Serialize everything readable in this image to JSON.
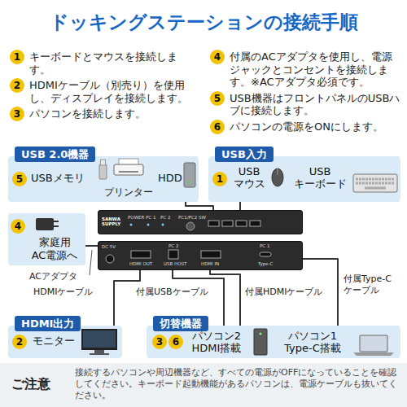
{
  "diagram": {
    "title": "ドッキングステーションの接続手順",
    "nodes": [
      {
        "text": [
          "USB 2.0機器"
        ]
      },
      {
        "text": [
          "USBメモリ"
        ],
        "in": 0
      },
      {
        "text": [
          "プリンター"
        ],
        "in": 0
      },
      {
        "text": [
          "HDD"
        ],
        "in": 0
      },
      {
        "text": [
          "USB入力"
        ]
      },
      {
        "text": [
          "USB マウス"
        ],
        "in": 4
      },
      {
        "text": [
          "USB キーボード"
        ],
        "in": 4
      },
      {
        "text": [
          "家庭用 AC電源へ"
        ]
      },
      {
        "text": [
          "SANWA SUPPLY",
          "POWER",
          "PC 1",
          "PC 2",
          "PC1/PC2 SW"
        ]
      },
      {
        "text": [
          "DC 5V",
          "HDMI OUT",
          "PC 2",
          "USB HOST",
          "HDMI IN",
          "PC 1",
          "Type-C"
        ]
      },
      {
        "text": [
          "HDMI出力"
        ]
      },
      {
        "text": [
          "モニター"
        ],
        "in": 10
      },
      {
        "text": [
          "切替機器"
        ]
      },
      {
        "text": [
          "パソコン2 HDMI搭載"
        ],
        "in": 12
      },
      {
        "text": [
          "パソコン1 Type-C搭載"
        ],
        "in": 12
      },
      {
        "text": [
          "ご注意",
          "接続するパソコンや周辺機器など、すべての電源がOFFになっていることを確認してください。キーボード起動機能があるパソコンは、電源ケーブルも抜いてください。"
        ]
      }
    ],
    "edges": [
      {
        "from": 0,
        "to": 8,
        "arrow": "none"
      },
      {
        "from": 4,
        "to": 8,
        "arrow": "none"
      },
      {
        "from": 7,
        "to": 9,
        "arrow": "none"
      },
      {
        "from": 9,
        "to": 10,
        "label": "HDMIケーブル",
        "arrow": "none"
      },
      {
        "from": 9,
        "to": 13,
        "label": "付属USBケーブル",
        "arrow": "none"
      },
      {
        "from": 9,
        "to": 13,
        "label": "付属HDMIケーブル",
        "arrow": "none"
      },
      {
        "from": 9,
        "to": 14,
        "label": "付属Type-C ケーブル",
        "arrow": "none"
      }
    ],
    "labels": [
      "1",
      "キーボードとマウスを接続します。",
      "2",
      "HDMIケーブル（別売り）を使用し、ディスプレイを接続します。",
      "3",
      "パソコンを接続します。",
      "4",
      "付属のACアダプタを使用し、電源ジャックとコンセントを接続します。※ACアダプタ必須です。",
      "5",
      "USB機器はフロントパネルのUSBハブに接続します。",
      "6",
      "パソコンの電源をONにします。",
      "5",
      "1",
      "4",
      "ACアダプタ",
      "2",
      "3",
      "6"
    ]
  }
}
